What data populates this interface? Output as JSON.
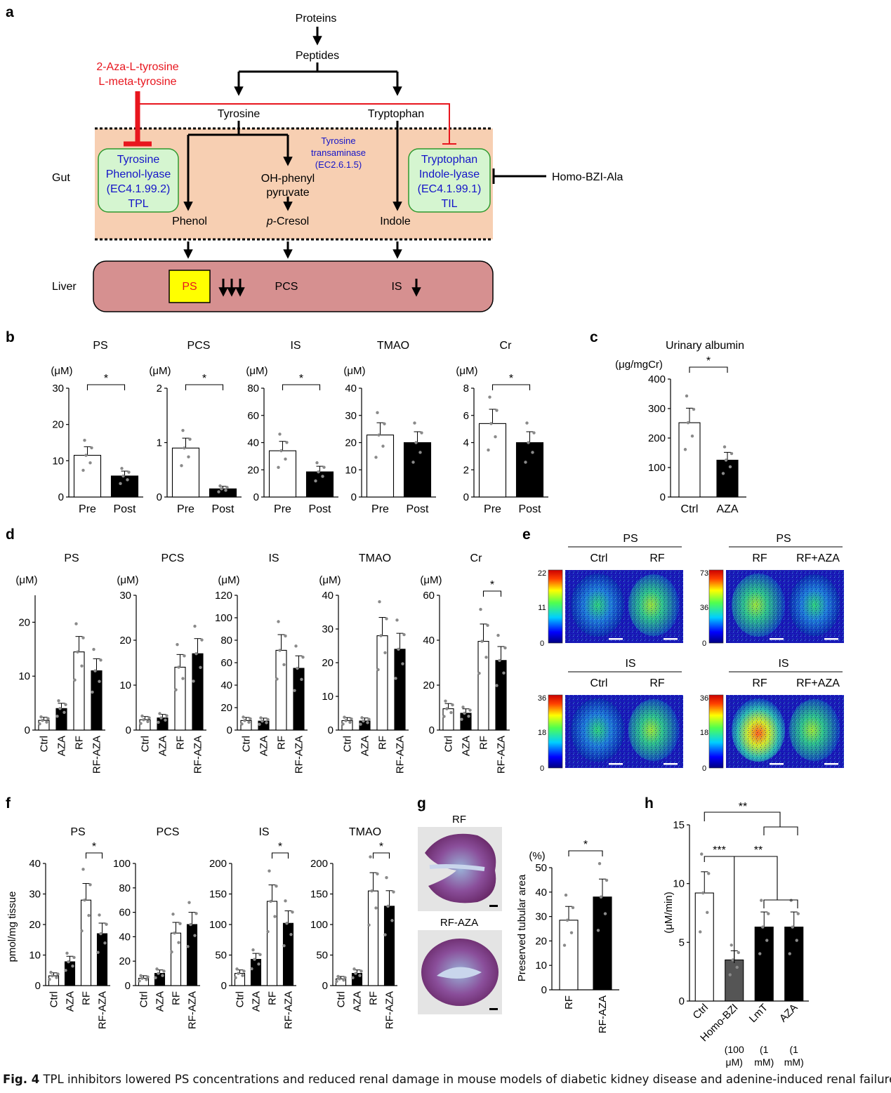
{
  "panel_letters": {
    "a": "a",
    "b": "b",
    "c": "c",
    "d": "d",
    "e": "e",
    "f": "f",
    "g": "g",
    "h": "h"
  },
  "pathway": {
    "proteins": "Proteins",
    "peptides": "Peptides",
    "tyrosine": "Tyrosine",
    "tryptophan": "Tryptophan",
    "inhibitor_1": "2-Aza-L-tyrosine",
    "inhibitor_2": "L-meta-tyrosine",
    "tpl_lines": [
      "Tyrosine",
      "Phenol-lyase",
      "(EC4.1.99.2)",
      "TPL"
    ],
    "til_lines": [
      "Tryptophan",
      "Indole-lyase",
      "(EC4.1.99.1)",
      "TIL"
    ],
    "tat_lines": [
      "Tyrosine",
      "transaminase",
      "(EC2.6.1.5)"
    ],
    "oh_lines": [
      "OH-phenyl",
      "pyruvate"
    ],
    "phenol": "Phenol",
    "p_prefix": "p",
    "cresol": "-Cresol",
    "indole": "Indole",
    "homo_bzi": "Homo-BZI-Ala",
    "gut": "Gut",
    "liver": "Liver",
    "ps": "PS",
    "pcs": "PCS",
    "is": "IS",
    "colors": {
      "inhibitor": "#e8161e",
      "enzyme_text": "#1515c8",
      "gut_fill": "#f7cfb2",
      "liver_fill": "#d69090",
      "enzyme_fill": "#d5f5d0",
      "enzyme_border": "#2f9a2f",
      "ps_fill": "#ffff00"
    }
  },
  "panel_b": [
    {
      "title": "PS",
      "unit": "(μM)",
      "ymax": 30,
      "ticks": [
        0,
        10,
        20,
        30
      ],
      "categories": [
        "Pre",
        "Post"
      ],
      "values": [
        11.5,
        5.8
      ],
      "sig": "*"
    },
    {
      "title": "PCS",
      "unit": "(μM)",
      "ymax": 2,
      "ticks": [
        0,
        1,
        2
      ],
      "categories": [
        "Pre",
        "Post"
      ],
      "values": [
        0.9,
        0.15
      ],
      "sig": "*"
    },
    {
      "title": "IS",
      "unit": "(μM)",
      "ymax": 80,
      "ticks": [
        0,
        20,
        40,
        60,
        80
      ],
      "categories": [
        "Pre",
        "Post"
      ],
      "values": [
        34,
        18.5
      ],
      "sig": "*"
    },
    {
      "title": "TMAO",
      "unit": "(μM)",
      "ymax": 40,
      "ticks": [
        0,
        10,
        20,
        30,
        40
      ],
      "categories": [
        "Pre",
        "Post"
      ],
      "values": [
        22.8,
        20
      ],
      "sig": ""
    },
    {
      "title": "Cr",
      "unit": "(μM)",
      "ymax": 8,
      "ticks": [
        0,
        2,
        4,
        6,
        8
      ],
      "categories": [
        "Pre",
        "Post"
      ],
      "values": [
        5.4,
        4
      ],
      "sig": "*"
    }
  ],
  "panel_c": {
    "title": "Urinary albumin",
    "unit": "(μg/mgCr)",
    "ymax": 400,
    "ticks": [
      0,
      100,
      200,
      300,
      400
    ],
    "categories": [
      "Ctrl",
      "AZA"
    ],
    "values": [
      252,
      125
    ],
    "sig": "*"
  },
  "panel_d": [
    {
      "title": "PS",
      "unit": "(μM)",
      "ymax": 25,
      "ticks": [
        0,
        10,
        20
      ],
      "categories": [
        "Ctrl",
        "AZA",
        "RF",
        "RF-AZA"
      ],
      "values": [
        1.8,
        4,
        14.5,
        11
      ],
      "sig": ""
    },
    {
      "title": "PCS",
      "unit": "(μM)",
      "ymax": 30,
      "ticks": [
        0,
        10,
        20,
        30
      ],
      "categories": [
        "Ctrl",
        "AZA",
        "RF",
        "RF-AZA"
      ],
      "values": [
        2.3,
        2.7,
        14,
        17
      ],
      "sig": ""
    },
    {
      "title": "IS",
      "unit": "(μM)",
      "ymax": 120,
      "ticks": [
        0,
        20,
        40,
        60,
        80,
        100,
        120
      ],
      "categories": [
        "Ctrl",
        "AZA",
        "RF",
        "RF-AZA"
      ],
      "values": [
        8.5,
        8,
        71,
        55
      ],
      "sig": ""
    },
    {
      "title": "TMAO",
      "unit": "(μM)",
      "ymax": 40,
      "ticks": [
        0,
        10,
        20,
        30,
        40
      ],
      "categories": [
        "Ctrl",
        "AZA",
        "RF",
        "RF-AZA"
      ],
      "values": [
        2.8,
        2.7,
        28,
        24
      ],
      "sig": ""
    },
    {
      "title": "Cr",
      "unit": "(μM)",
      "ymax": 60,
      "ticks": [
        0,
        20,
        40,
        60
      ],
      "categories": [
        "Ctrl",
        "AZA",
        "RF",
        "RF-AZA"
      ],
      "values": [
        9.5,
        7.5,
        39.5,
        31
      ],
      "sig": "*"
    }
  ],
  "panel_e": {
    "blocks": [
      {
        "title": "PS",
        "left": "Ctrl",
        "right": "RF",
        "scale": [
          "22",
          "11",
          "0"
        ]
      },
      {
        "title": "PS",
        "left": "RF",
        "right": "RF+AZA",
        "scale": [
          "73",
          "36",
          "0"
        ]
      },
      {
        "title": "IS",
        "left": "Ctrl",
        "right": "RF",
        "scale": [
          "36",
          "18",
          "0"
        ]
      },
      {
        "title": "IS",
        "left": "RF",
        "right": "RF+AZA",
        "scale": [
          "36",
          "18",
          "0"
        ]
      }
    ]
  },
  "panel_f": {
    "ylabel": "pmol/mg tissue",
    "charts": [
      {
        "title": "PS",
        "ymax": 40,
        "ticks": [
          0,
          10,
          20,
          30,
          40
        ],
        "categories": [
          "Ctrl",
          "AZA",
          "RF",
          "RF-AZA"
        ],
        "values": [
          3.2,
          7.8,
          28,
          17
        ],
        "sig": "*"
      },
      {
        "title": "PCS",
        "ymax": 100,
        "ticks": [
          0,
          20,
          40,
          60,
          80,
          100
        ],
        "categories": [
          "Ctrl",
          "AZA",
          "RF",
          "RF-AZA"
        ],
        "values": [
          6,
          10,
          43,
          50
        ],
        "sig": ""
      },
      {
        "title": "IS",
        "ymax": 200,
        "ticks": [
          0,
          50,
          100,
          150,
          200
        ],
        "categories": [
          "Ctrl",
          "AZA",
          "RF",
          "RF-AZA"
        ],
        "values": [
          20,
          43,
          138,
          102
        ],
        "sig": "*"
      },
      {
        "title": "TMAO",
        "ymax": 200,
        "ticks": [
          0,
          50,
          100,
          150,
          200
        ],
        "categories": [
          "Ctrl",
          "AZA",
          "RF",
          "RF-AZA"
        ],
        "values": [
          11,
          20,
          155,
          130
        ],
        "sig": "*"
      }
    ]
  },
  "panel_g": {
    "img_top": "RF",
    "img_bottom": "RF-AZA",
    "ylabel": "Preserved tubular area",
    "unit": "(%)",
    "ymax": 50,
    "ticks": [
      0,
      10,
      20,
      30,
      40,
      50
    ],
    "categories": [
      "RF",
      "RF-AZA"
    ],
    "values": [
      28.5,
      38
    ],
    "sig": "*"
  },
  "panel_h": {
    "ylabel": "(μM/min)",
    "ymax": 15,
    "ticks": [
      0,
      5,
      10,
      15
    ],
    "categories": [
      "Ctrl",
      "Homo-BZI",
      "LmT",
      "AZA"
    ],
    "values": [
      9.2,
      3.5,
      6.3,
      6.3
    ],
    "conc": [
      [
        "(100",
        "μM)"
      ],
      [
        "(1",
        "mM)"
      ],
      [
        "(1",
        "mM)"
      ]
    ],
    "sig": {
      "top": "**",
      "left": "***",
      "mid": "**"
    }
  },
  "caption": {
    "label": "Fig. 4",
    "text": " TPL inhibitors lowered PS concentrations and reduced renal damage in mouse models of diabetic kidney disease and adenine-induced renal failure."
  }
}
